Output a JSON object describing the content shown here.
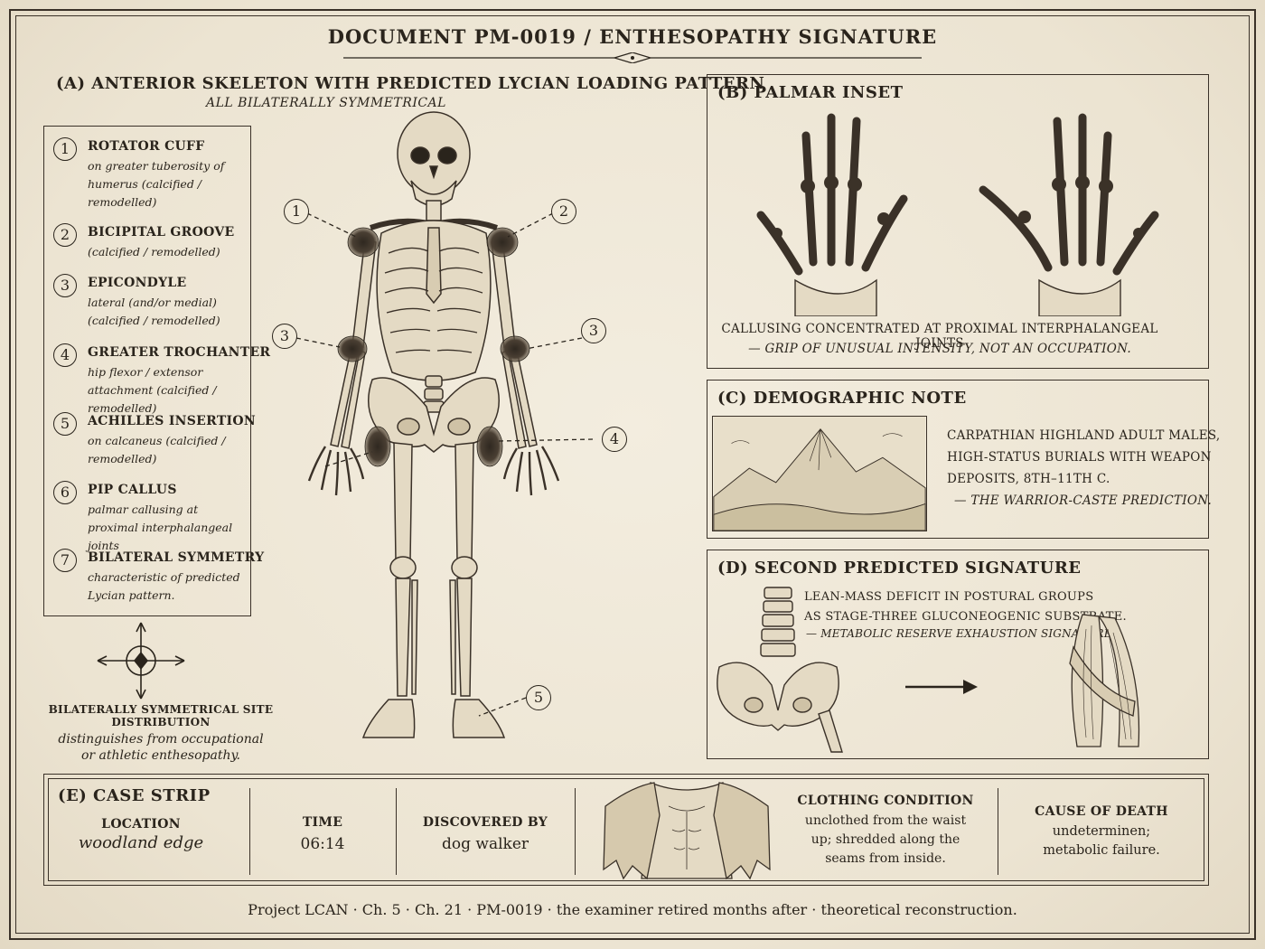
{
  "document": {
    "title": "DOCUMENT PM-0019 / ENTHESOPATHY SIGNATURE",
    "footer": "Project LCAN · Ch. 5 · Ch. 21 · PM-0019 · the examiner retired months after · theoretical reconstruction."
  },
  "panel_a": {
    "heading": "(A) ANTERIOR SKELETON WITH PREDICTED LYCIAN LOADING PATTERN",
    "subheading": "ALL BILATERALLY SYMMETRICAL",
    "legend": [
      {
        "num": "1",
        "title": "ROTATOR CUFF",
        "desc": "on greater tuberosity of humerus (calcified / remodelled)"
      },
      {
        "num": "2",
        "title": "BICIPITAL GROOVE",
        "desc": "(calcified / remodelled)"
      },
      {
        "num": "3",
        "title": "EPICONDYLE",
        "desc": "lateral (and/or medial) (calcified / remodelled)"
      },
      {
        "num": "4",
        "title": "GREATER TROCHANTER",
        "desc": "hip flexor / extensor attachment (calcified / remodelled)"
      },
      {
        "num": "5",
        "title": "ACHILLES INSERTION",
        "desc": "on calcaneus (calcified / remodelled)"
      },
      {
        "num": "6",
        "title": "PIP CALLUS",
        "desc": "palmar callusing at proximal interphalangeal joints"
      },
      {
        "num": "7",
        "title": "BILATERAL SYMMETRY",
        "desc": "characteristic of predicted Lycian pattern."
      }
    ],
    "callouts": [
      "1",
      "2",
      "3",
      "3",
      "4",
      "5"
    ],
    "symmetry_note_title": "BILATERALLY SYMMETRICAL SITE DISTRIBUTION",
    "symmetry_note_line1": "distinguishes from occupational",
    "symmetry_note_line2": "or athletic enthesopathy."
  },
  "panel_b": {
    "heading": "(B) PALMAR INSET",
    "caption": "CALLUSING CONCENTRATED AT PROXIMAL INTERPHALANGEAL JOINTS",
    "subcaption": "— GRIP OF UNUSUAL INTENSITY, NOT AN OCCUPATION."
  },
  "panel_c": {
    "heading": "(C) DEMOGRAPHIC NOTE",
    "line1": "CARPATHIAN HIGHLAND ADULT MALES,",
    "line2": "HIGH-STATUS BURIALS WITH WEAPON",
    "line3": "DEPOSITS, 8TH–11TH C.",
    "quote": "— THE WARRIOR-CASTE PREDICTION."
  },
  "panel_d": {
    "heading": "(D) SECOND PREDICTED SIGNATURE",
    "line1": "LEAN-MASS DEFICIT IN POSTURAL GROUPS",
    "line2": "AS STAGE-THREE GLUCONEOGENIC SUBSTRATE.",
    "quote": "— METABOLIC RESERVE EXHAUSTION SIGNATURE"
  },
  "panel_e": {
    "heading": "(E) CASE STRIP",
    "location_label": "LOCATION",
    "location_value": "woodland edge",
    "time_label": "TIME",
    "time_value": "06:14",
    "discovered_label": "DISCOVERED BY",
    "discovered_value": "dog walker",
    "clothing_label": "CLOTHING CONDITION",
    "clothing_line1": "unclothed from the waist",
    "clothing_line2": "up; shredded along the",
    "clothing_line3": "seams from inside.",
    "cause_label": "CAUSE OF DEATH",
    "cause_line1": "undeterminen;",
    "cause_line2": "metabolic failure."
  },
  "colors": {
    "ink": "#2a241c",
    "paper": "#efe8d8",
    "bone": "#e4dac4",
    "callus": "#3b3228"
  }
}
